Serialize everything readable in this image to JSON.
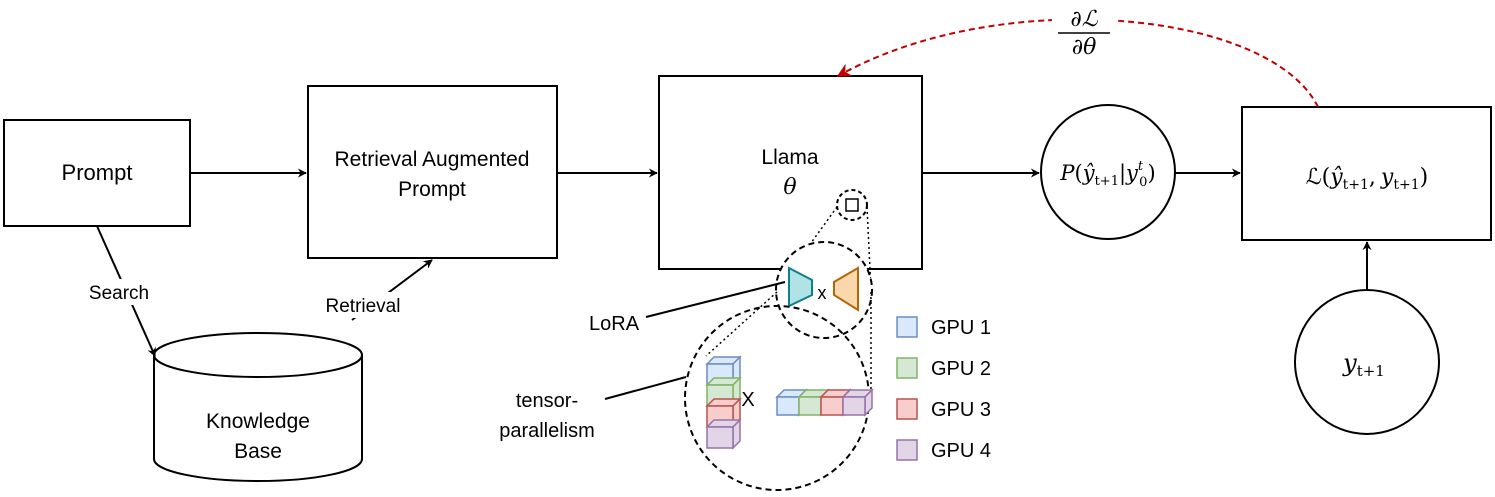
{
  "nodes": {
    "prompt": "Prompt",
    "rap_line1": "Retrieval Augmented",
    "rap_line2": "Prompt",
    "llama": "Llama",
    "theta": "θ",
    "knowledge_base_line1": "Knowledge",
    "knowledge_base_line2": "Base"
  },
  "edges": {
    "search": "Search",
    "retrieval": "Retrieval"
  },
  "math": {
    "prob_P": "P",
    "prob_open": "(",
    "prob_yhat": "ŷ",
    "prob_sub": "t+1",
    "prob_bar": "|",
    "prob_y": "y",
    "prob_sup": "t",
    "prob_sub0": "0",
    "prob_close": ")",
    "loss_L": "ℒ",
    "loss_open": "(",
    "loss_yhat": "ŷ",
    "loss_sub1": "t+1",
    "loss_comma": ",",
    "loss_y": "y",
    "loss_sub2": "t+1",
    "loss_close": ")",
    "target_y": "y",
    "target_sub": "t+1",
    "grad_num": "∂ℒ",
    "grad_den": "∂θ"
  },
  "annotations": {
    "lora": "LoRA",
    "lora_x": "x",
    "tensor_line1": "tensor-",
    "tensor_line2": "parallelism",
    "tp_x": "X"
  },
  "legend": [
    {
      "label": "GPU 1",
      "fill": "#dae8fc",
      "stroke": "#6c8ebf"
    },
    {
      "label": "GPU 2",
      "fill": "#d5e8d4",
      "stroke": "#82b366"
    },
    {
      "label": "GPU 3",
      "fill": "#f8cecc",
      "stroke": "#b85450"
    },
    {
      "label": "GPU 4",
      "fill": "#e1d5e7",
      "stroke": "#9673a6"
    }
  ],
  "colors": {
    "gradient_arrow": "#c00000",
    "lora_a_fill": "#b1e3e6",
    "lora_a_stroke": "#0e8088",
    "lora_b_fill": "#fad7ac",
    "lora_b_stroke": "#b46504"
  }
}
